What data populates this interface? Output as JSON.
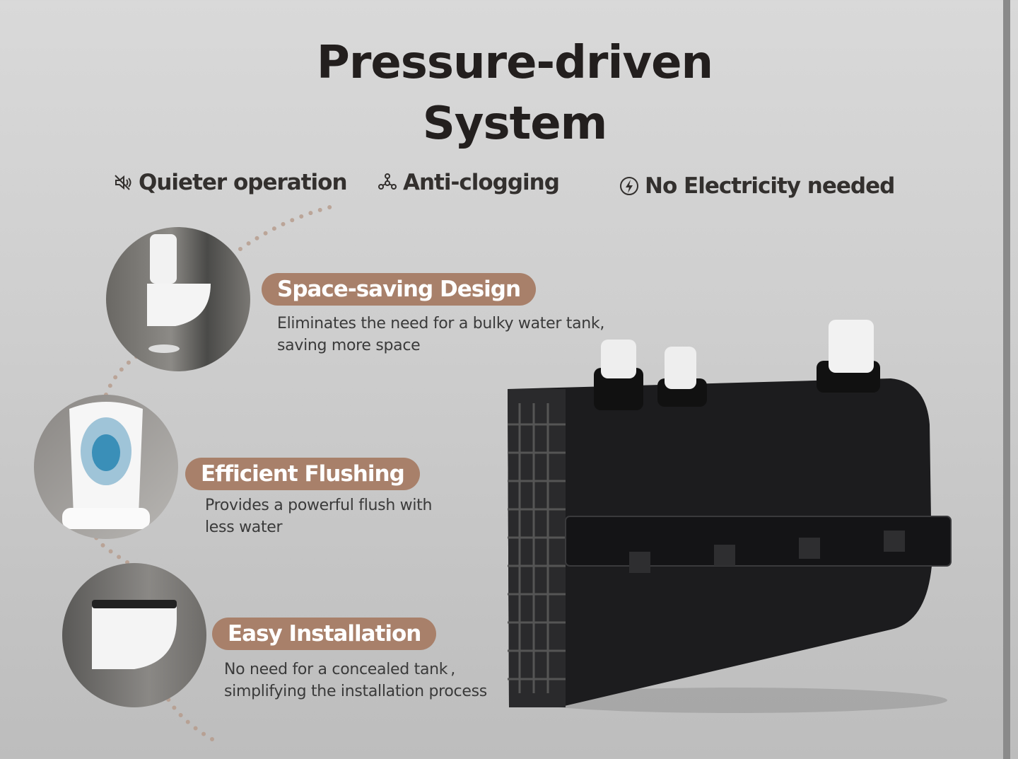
{
  "title": {
    "line1": "Pressure-driven",
    "line2": "System"
  },
  "features": [
    {
      "icon": "mute-speaker-icon",
      "label": "Quieter operation"
    },
    {
      "icon": "molecule-icon",
      "label": "Anti-clogging"
    },
    {
      "icon": "lightning-icon",
      "label": "No Electricity needed"
    }
  ],
  "benefits": [
    {
      "title": "Space-saving Design",
      "desc": [
        "Eliminates the need for a bulky water tank,",
        "saving more space"
      ]
    },
    {
      "title": "Efficient Flushing",
      "desc": [
        "Provides a powerful flush with",
        "less water"
      ]
    },
    {
      "title": "Easy Installation",
      "desc": [
        "No need for a concealed tank ,",
        "simplifying the installation process"
      ]
    }
  ],
  "colors": {
    "badge": "#a8806a",
    "text": "#2e2a28",
    "background": "#d0d0d0"
  }
}
